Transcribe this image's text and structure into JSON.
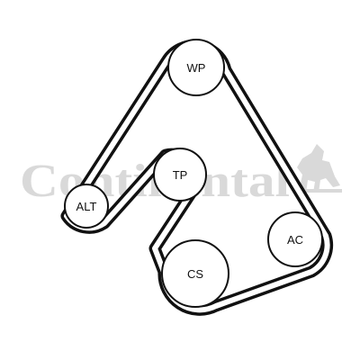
{
  "watermark": {
    "text": "Continental",
    "color": "#d9d9d9",
    "icon": "rearing-horse-icon"
  },
  "belt": {
    "color": "#111111"
  },
  "pulleys": [
    {
      "id": "wp",
      "label": "WP"
    },
    {
      "id": "tp",
      "label": "TP"
    },
    {
      "id": "alt",
      "label": "ALT"
    },
    {
      "id": "ac",
      "label": "AC"
    },
    {
      "id": "cs",
      "label": "CS"
    }
  ]
}
